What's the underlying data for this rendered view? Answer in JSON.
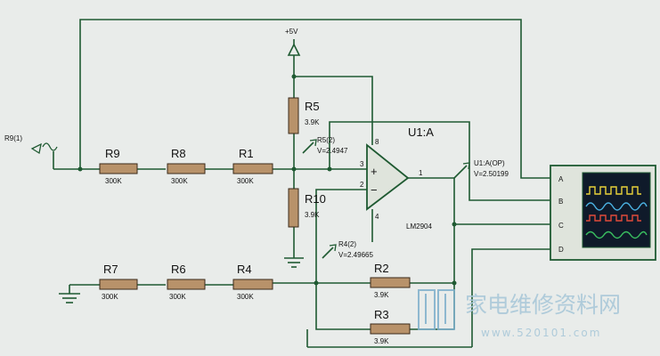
{
  "power": {
    "label": "+5V"
  },
  "source": {
    "label": "R9(1)"
  },
  "resistors": {
    "R9": {
      "name": "R9",
      "value": "300K"
    },
    "R8": {
      "name": "R8",
      "value": "300K"
    },
    "R1": {
      "name": "R1",
      "value": "300K"
    },
    "R5": {
      "name": "R5",
      "value": "3.9K"
    },
    "R10": {
      "name": "R10",
      "value": "3.9K"
    },
    "R7": {
      "name": "R7",
      "value": "300K"
    },
    "R6": {
      "name": "R6",
      "value": "300K"
    },
    "R4": {
      "name": "R4",
      "value": "300K"
    },
    "R2": {
      "name": "R2",
      "value": "3.9K"
    },
    "R3": {
      "name": "R3",
      "value": "3.9K"
    }
  },
  "opamp": {
    "name": "U1:A",
    "part": "LM2904",
    "pins": {
      "p1": "1",
      "p2": "2",
      "p3": "3",
      "p4": "4",
      "p8": "8"
    },
    "plus": "+",
    "minus": "−"
  },
  "probes": {
    "r5": {
      "name": "R5(2)",
      "value": "V=2.4947"
    },
    "r4": {
      "name": "R4(2)",
      "value": "V=2.49665"
    },
    "out": {
      "name": "U1:A(OP)",
      "value": "V=2.50199"
    }
  },
  "scope": {
    "channels": [
      "A",
      "B",
      "C",
      "D"
    ]
  },
  "watermark": {
    "cn": "家电维修资料网",
    "url": "www.520101.com"
  }
}
